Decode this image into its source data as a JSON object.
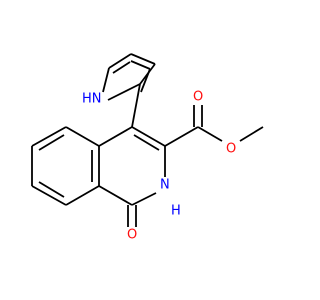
{
  "molecule": {
    "atom_labels": {
      "pyrrole_nh": "HN",
      "lactam_nh": "N",
      "lactam_nh_h": "H",
      "carbonyl_o": "O",
      "ester_carbonyl_o": "O",
      "ester_ether_o": "O"
    },
    "colors": {
      "carbon_bond": "#000000",
      "nitrogen": "#0000ff",
      "oxygen": "#ff0d0d",
      "background": "#ffffff"
    }
  }
}
